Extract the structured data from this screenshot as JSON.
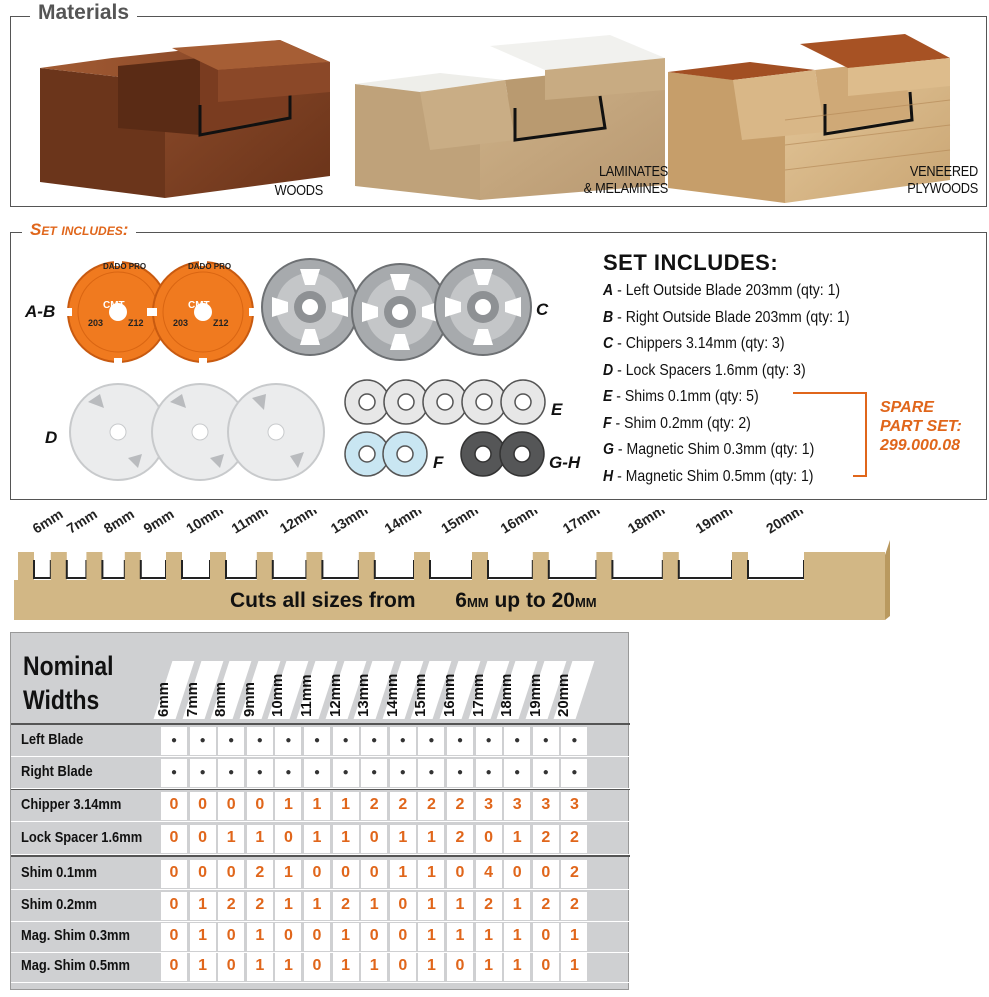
{
  "materials": {
    "title": "Materials",
    "items": [
      {
        "label_lines": [
          "WOODS"
        ]
      },
      {
        "label_lines": [
          "LAMINATES",
          "& MELAMINES"
        ]
      },
      {
        "label_lines": [
          "VENEERED",
          "PLYWOODS"
        ]
      }
    ]
  },
  "set_includes": {
    "legend": "Set includes:",
    "heading": "SET INCLUDES:",
    "items": [
      {
        "letter": "A",
        "text": " - Left Outside Blade 203mm (qty: 1)"
      },
      {
        "letter": "B",
        "text": " - Right Outside Blade 203mm (qty: 1)"
      },
      {
        "letter": "C",
        "text": " - Chippers 3.14mm (qty: 3)"
      },
      {
        "letter": "D",
        "text": " - Lock Spacers 1.6mm (qty: 3)"
      },
      {
        "letter": "E",
        "text": " - Shims 0.1mm (qty: 5)"
      },
      {
        "letter": "F",
        "text": " - Shim 0.2mm (qty: 2)"
      },
      {
        "letter": "G",
        "text": " - Magnetic Shim 0.3mm (qty: 1)"
      },
      {
        "letter": "H",
        "text": " - Magnetic Shim 0.5mm (qty: 1)"
      }
    ],
    "spare_lines": [
      "SPARE",
      "PART SET:",
      "299.000.08"
    ],
    "part_labels": {
      "ab": "A-B",
      "c": "C",
      "d": "D",
      "e": "E",
      "f": "F",
      "gh": "G-H"
    },
    "blade_text": {
      "brand": "CMT",
      "model": "DADO PRO",
      "size": "203",
      "teeth": "Z12"
    },
    "colors": {
      "accent": "#e0661b",
      "blade_orange": "#f07a1f",
      "steel": "#a7aaad"
    }
  },
  "cuts": {
    "sizes": [
      "6mm",
      "7mm",
      "8mm",
      "9mm",
      "10mm",
      "11mm",
      "12mm",
      "13mm",
      "14mm",
      "15mm",
      "16mm",
      "17mm",
      "18mm",
      "19mm",
      "20mm"
    ],
    "caption_a": "Cuts all sizes from",
    "caption_b": "6",
    "caption_c": "MM",
    "caption_d": "up to 20",
    "caption_e": "MM",
    "wood_color": "#d2b785"
  },
  "table": {
    "title_lines": [
      "Nominal",
      "Widths"
    ],
    "columns": [
      "6mm",
      "7mm",
      "8mm",
      "9mm",
      "10mm",
      "11mm",
      "12mm",
      "13mm",
      "14mm",
      "15mm",
      "16mm",
      "17mm",
      "18mm",
      "19mm",
      "20mm"
    ],
    "rows": [
      {
        "label": "Left Blade",
        "dots": true
      },
      {
        "label": "Right Blade",
        "dots": true
      },
      {
        "label": "Chipper 3.14mm",
        "values": [
          "0",
          "0",
          "0",
          "0",
          "1",
          "1",
          "1",
          "2",
          "2",
          "2",
          "2",
          "3",
          "3",
          "3",
          "3"
        ]
      },
      {
        "label": "Lock Spacer 1.6mm",
        "values": [
          "0",
          "0",
          "1",
          "1",
          "0",
          "1",
          "1",
          "0",
          "1",
          "1",
          "2",
          "0",
          "1",
          "2",
          "2"
        ]
      },
      {
        "label": "Shim 0.1mm",
        "values": [
          "0",
          "0",
          "0",
          "2",
          "1",
          "0",
          "0",
          "0",
          "1",
          "1",
          "0",
          "4",
          "0",
          "0",
          "2"
        ]
      },
      {
        "label": "Shim 0.2mm",
        "values": [
          "0",
          "1",
          "2",
          "2",
          "1",
          "1",
          "2",
          "1",
          "0",
          "1",
          "1",
          "2",
          "1",
          "2",
          "2"
        ]
      },
      {
        "label": "Mag. Shim 0.3mm",
        "values": [
          "0",
          "1",
          "0",
          "1",
          "0",
          "0",
          "1",
          "0",
          "0",
          "1",
          "1",
          "1",
          "1",
          "0",
          "1"
        ]
      },
      {
        "label": "Mag. Shim 0.5mm",
        "values": [
          "0",
          "1",
          "0",
          "1",
          "1",
          "0",
          "1",
          "1",
          "0",
          "1",
          "0",
          "1",
          "1",
          "0",
          "1"
        ]
      }
    ],
    "value_color": "#e0661b"
  }
}
